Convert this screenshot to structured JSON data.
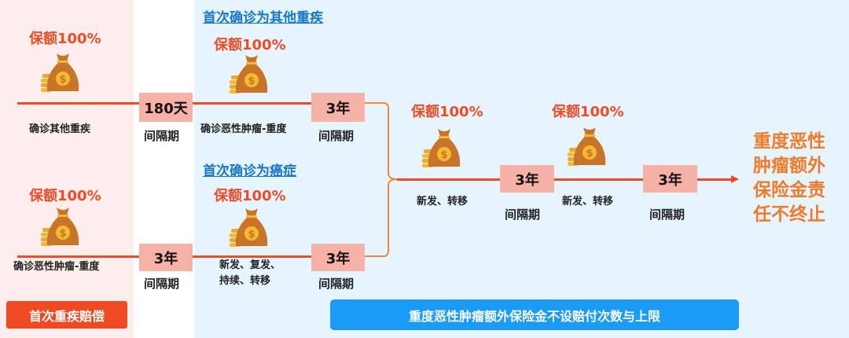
{
  "amount_label": "保额100%",
  "gap_label": "间隔期",
  "left_panel": {
    "top": {
      "amount": "保额100%",
      "event": "确诊其他重疾"
    },
    "bottom": {
      "amount": "保额100%",
      "event": "确诊恶性肿瘤-重度"
    },
    "button": "首次重疾赔偿"
  },
  "intervals": {
    "first_top": "180天",
    "first_bottom": "3年",
    "second_top": "3年",
    "second_bottom": "3年",
    "mid1": "3年",
    "mid2": "3年"
  },
  "branch_top": {
    "heading": "首次确诊为其他重疾",
    "amount": "保额100%",
    "event": "确诊恶性肿瘤-重度"
  },
  "branch_bottom": {
    "heading": "首次确诊为癌症",
    "amount": "保额100%",
    "event_line1": "新发、复发、",
    "event_line2": "持续、转移"
  },
  "stage1": {
    "amount": "保额100%",
    "event": "新发、转移"
  },
  "stage2": {
    "amount": "保额100%",
    "event": "新发、转移"
  },
  "conclusion": [
    "重度恶性",
    "肿瘤额外",
    "保险金责",
    "任不终止"
  ],
  "footer_banner": "重度恶性肿瘤额外保险金不设赔付次数与上限",
  "colors": {
    "red": "#ee4b26",
    "orange": "#f07a2a",
    "blue": "#1a9bf5",
    "box": "#f6b2a6"
  }
}
